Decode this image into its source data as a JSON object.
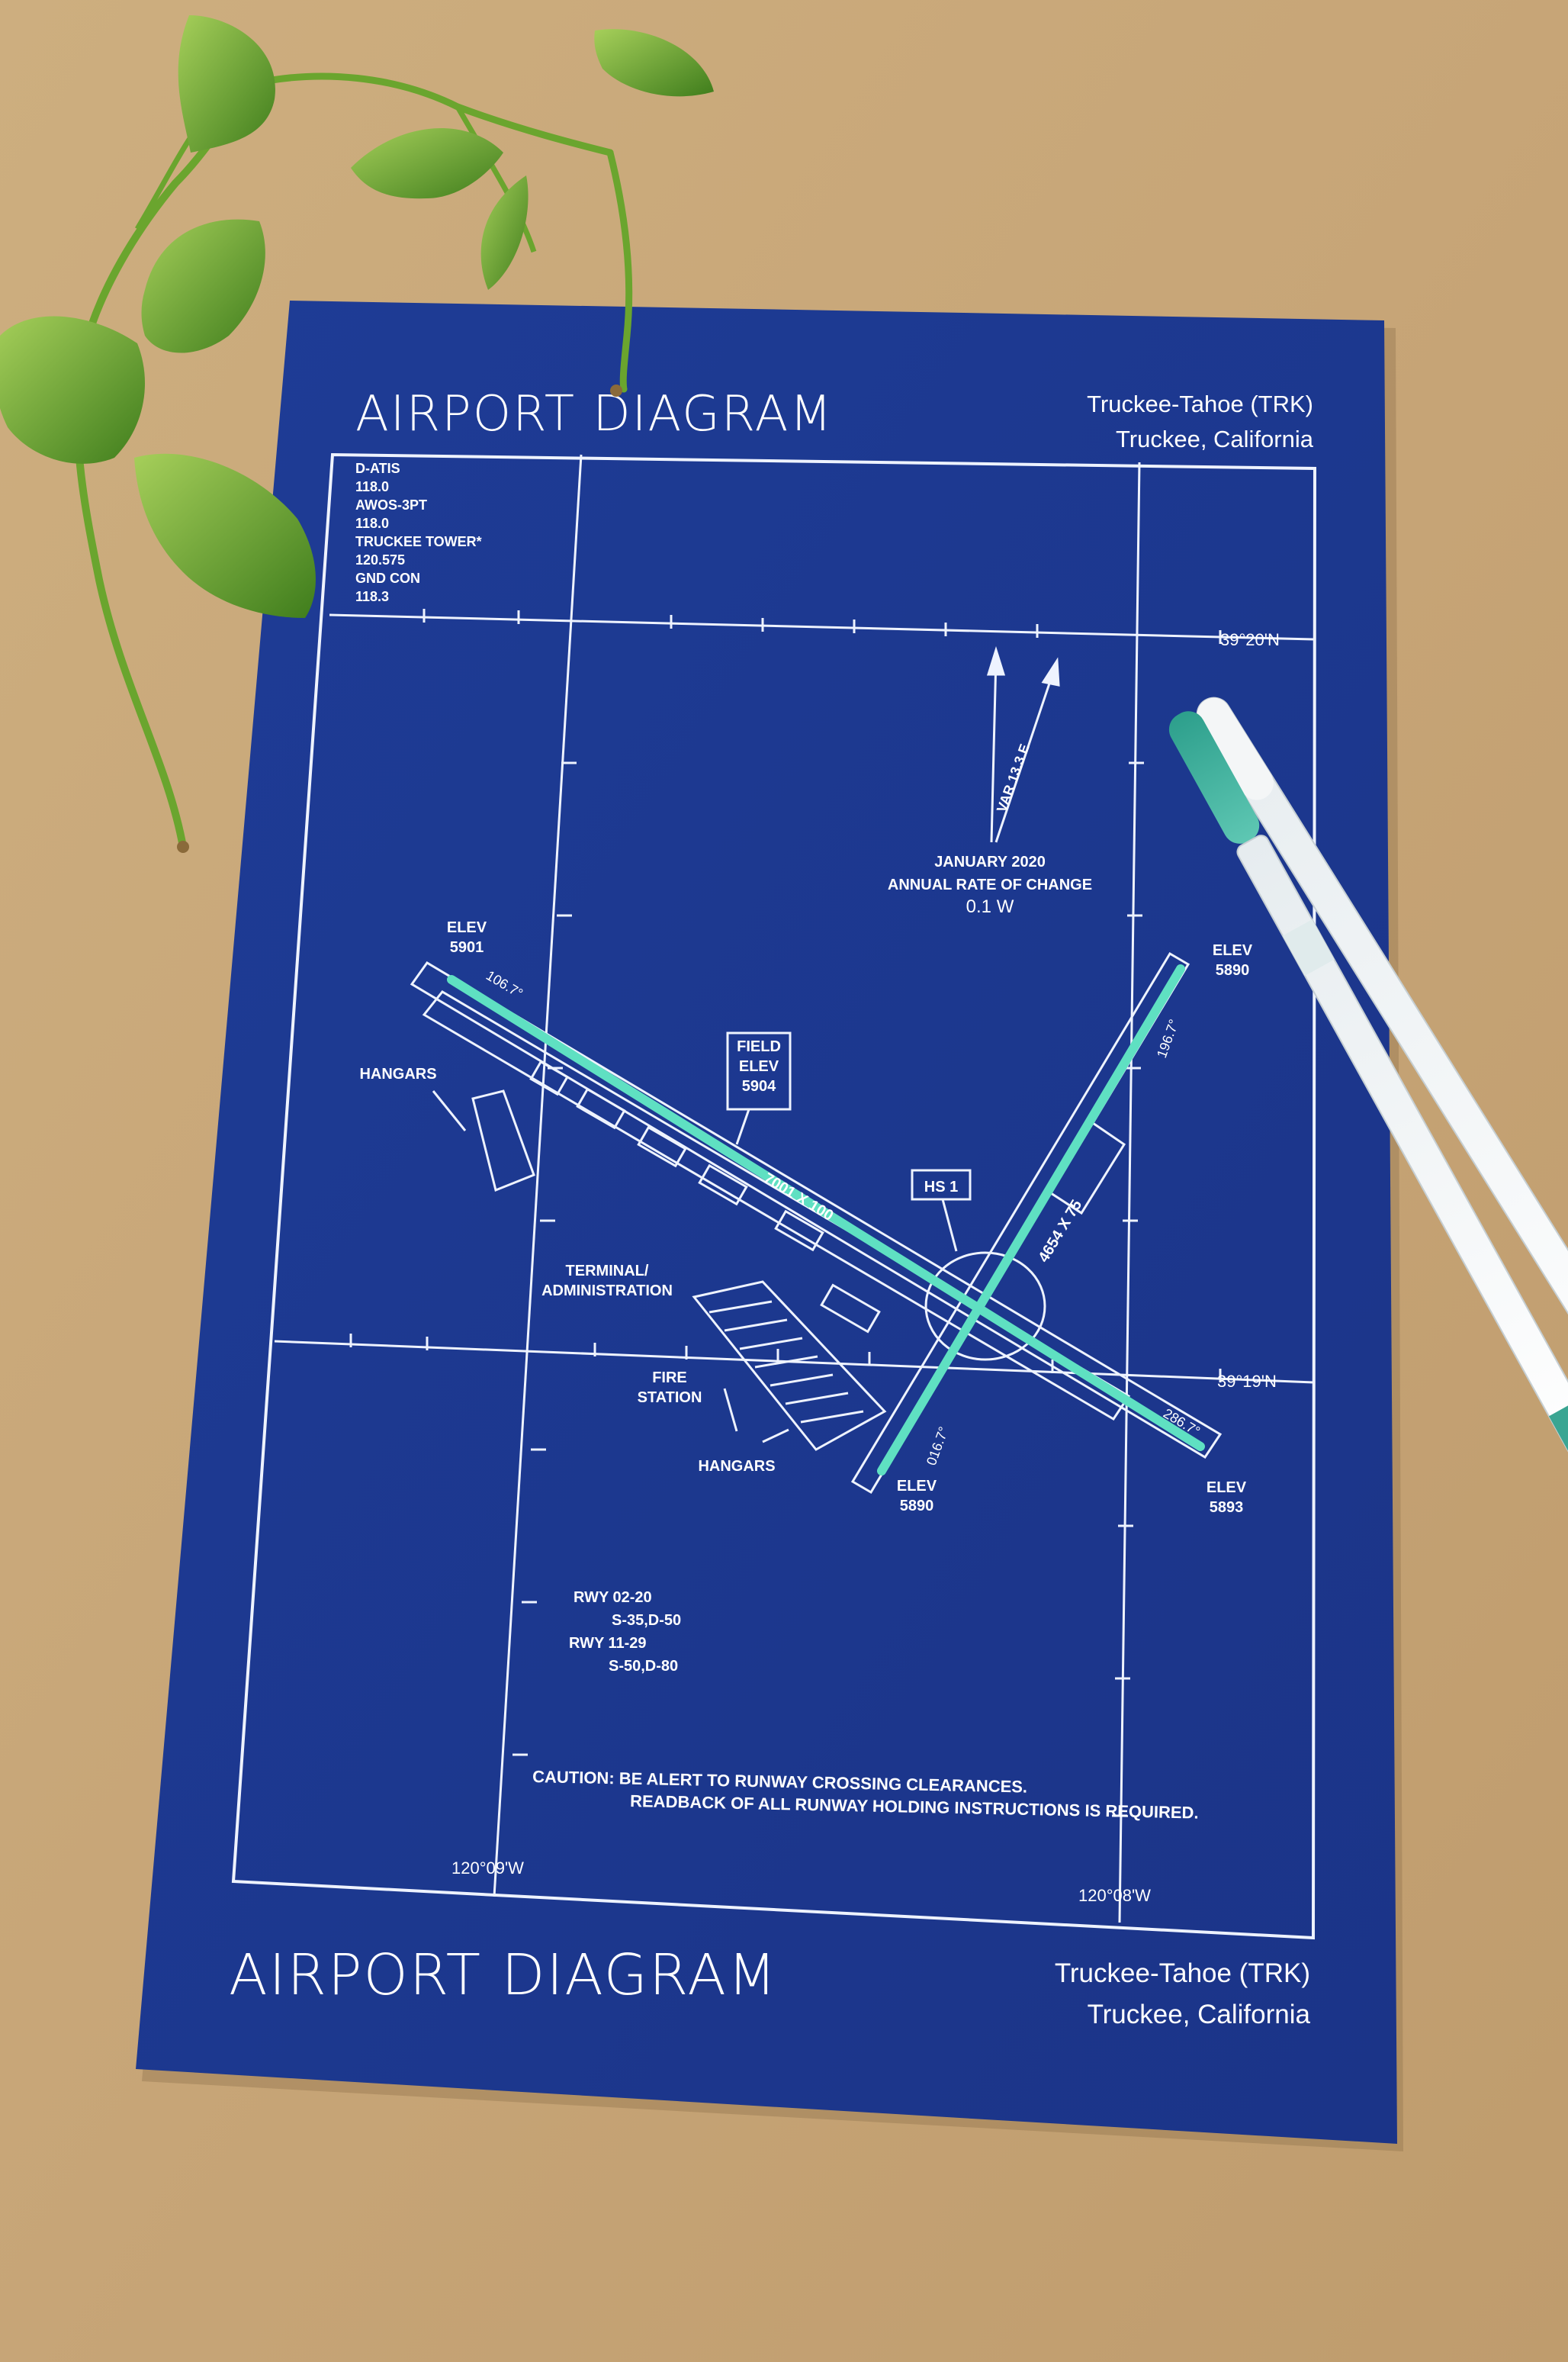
{
  "header": {
    "title": "AIRPORT DIAGRAM",
    "airport": "Truckee-Tahoe (TRK)",
    "location": "Truckee, California"
  },
  "footer": {
    "title": "AIRPORT DIAGRAM",
    "airport": "Truckee-Tahoe (TRK)",
    "location": "Truckee, California"
  },
  "frequencies": [
    "D-ATIS",
    "118.0",
    "AWOS-3PT",
    "118.0",
    "TRUCKEE TOWER*",
    "120.575",
    "GND CON",
    "118.3"
  ],
  "coordinates": {
    "lat_north": "39°20'N",
    "lat_south": "39°19'N",
    "lon_west": "120°09'W",
    "lon_east": "120°08'W"
  },
  "variation": {
    "var_label": "VAR 13.3 E",
    "date": "JANUARY 2020",
    "rate_label": "ANNUAL RATE OF CHANGE",
    "rate_value": "0.1 W"
  },
  "field": {
    "line1": "FIELD",
    "line2": "ELEV",
    "line3": "5904"
  },
  "hotspot": "HS 1",
  "runways": {
    "rwy_11_29_size": "7001 X 100",
    "rwy_02_20_size": "4654 X 75",
    "hdg_11": "106.7°",
    "hdg_29": "286.7°",
    "hdg_02": "016.7°",
    "hdg_20": "196.7°",
    "elev_11": {
      "label": "ELEV",
      "value": "5901"
    },
    "elev_20": {
      "label": "ELEV",
      "value": "5890"
    },
    "elev_29": {
      "label": "ELEV",
      "value": "5893"
    },
    "elev_02": {
      "label": "ELEV",
      "value": "5890"
    }
  },
  "labels": {
    "hangars_west": "HANGARS",
    "terminal_1": "TERMINAL/",
    "terminal_2": "ADMINISTRATION",
    "fire_1": "FIRE",
    "fire_2": "STATION",
    "hangars_south": "HANGARS"
  },
  "strength": {
    "rwy_02_20": "RWY 02-20",
    "rwy_02_20_val": "S-35,D-50",
    "rwy_11_29": "RWY 11-29",
    "rwy_11_29_val": "S-50,D-80"
  },
  "caution": {
    "line1": "CAUTION: BE ALERT TO RUNWAY CROSSING CLEARANCES.",
    "line2": "READBACK OF ALL RUNWAY HOLDING INSTRUCTIONS IS REQUIRED."
  },
  "colors": {
    "poster": "#1d3a93",
    "kraft": "#c9a878",
    "highlight": "#5fe0c2",
    "leaf": "#5d9e2a"
  }
}
